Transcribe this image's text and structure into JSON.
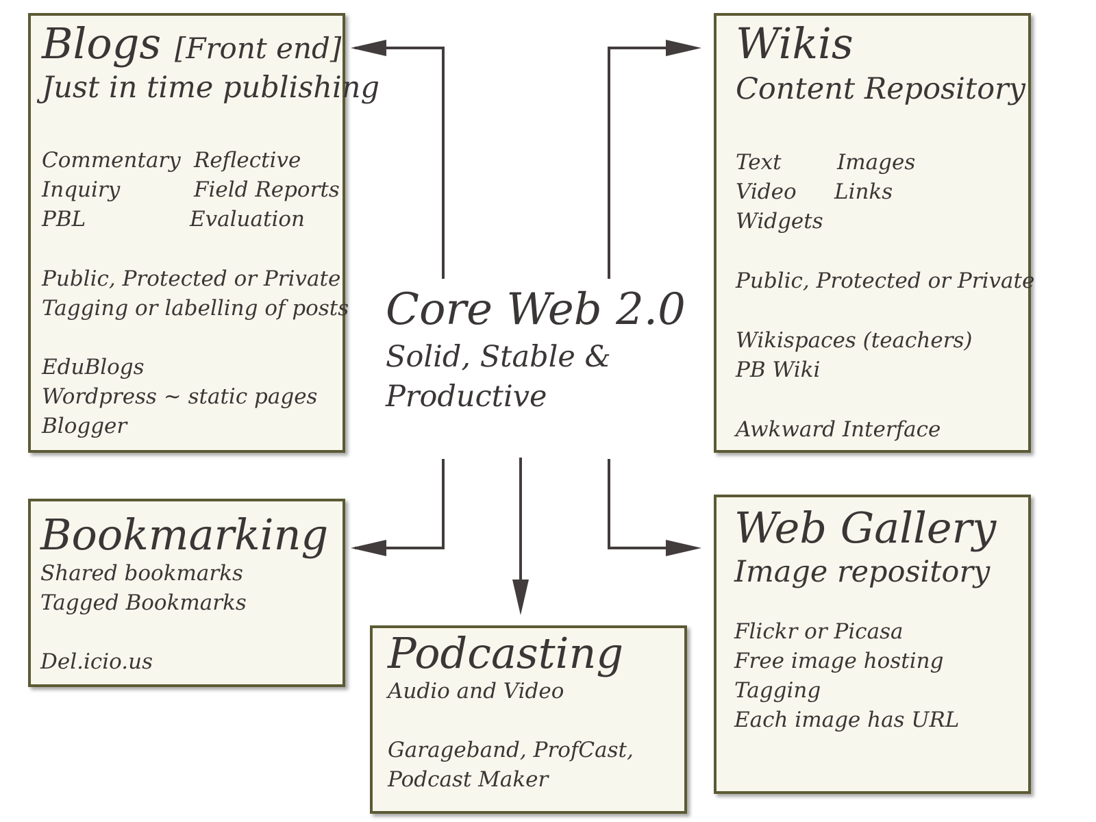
{
  "center": {
    "title": "Core Web 2.0",
    "line1": "Solid, Stable &",
    "line2": "Productive"
  },
  "blogs": {
    "title": "Blogs",
    "bracket": "[Front end]",
    "subtitle": "Just in time publishing",
    "col1": [
      "Commentary",
      "Inquiry",
      "PBL"
    ],
    "col2": [
      "Reflective",
      "Field Reports",
      "Evaluation"
    ],
    "access": [
      "Public, Protected or Private",
      "Tagging or labelling of posts"
    ],
    "tools": [
      "EduBlogs",
      "Wordpress ~ static pages",
      "Blogger"
    ]
  },
  "wikis": {
    "title": "Wikis",
    "subtitle": "Content Repository",
    "col1": [
      "Text",
      "Video",
      "Widgets"
    ],
    "col2": [
      "Images",
      "Links"
    ],
    "access": "Public, Protected or Private",
    "tools": [
      "Wikispaces (teachers)",
      "PB Wiki"
    ],
    "note": "Awkward Interface"
  },
  "bookmarking": {
    "title": "Bookmarking",
    "lines": [
      "Shared bookmarks",
      "Tagged Bookmarks"
    ],
    "tool": "Del.icio.us"
  },
  "podcasting": {
    "title": "Podcasting",
    "subtitle": "Audio and Video",
    "tools": [
      "Garageband, ProfCast,",
      "Podcast Maker"
    ]
  },
  "gallery": {
    "title": "Web Gallery",
    "subtitle": "Image repository",
    "lines": [
      "Flickr or Picasa",
      "Free image hosting",
      "Tagging",
      "Each image has URL"
    ]
  },
  "colors": {
    "box_fill": "#f8f7ed",
    "box_border": "#5c5a34",
    "arrow": "#423c3c",
    "text": "#3b3636"
  }
}
